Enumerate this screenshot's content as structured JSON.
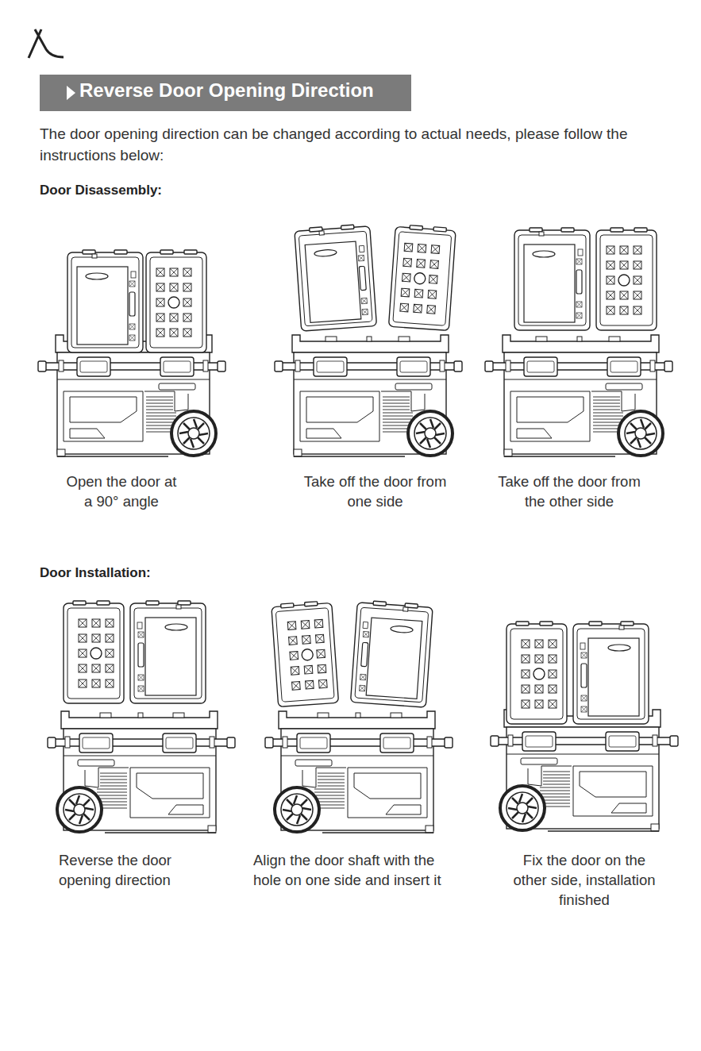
{
  "diagram": {
    "title": "Reverse Door Opening Direction",
    "labels": [
      "The door opening direction can be changed according to actual needs, please follow the instructions below:",
      "Door Disassembly:",
      "Open the door at a 90° angle",
      "Take off the door from one side",
      "Take off the door from the other side",
      "Door Installation:",
      "Reverse the door opening direction",
      "Align the door shaft with the hole on one side and insert it",
      "Fix the door on the other side, installation finished"
    ]
  }
}
